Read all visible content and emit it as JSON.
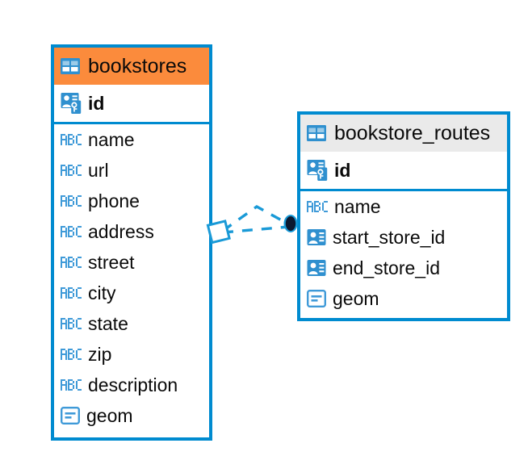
{
  "diagram": {
    "type": "entity-relationship-diagram",
    "background_color": "#ffffff",
    "accent_color": "#008bd0",
    "highlight_color": "#fb8b3c",
    "header_color": "#eaeaea"
  },
  "entities": [
    {
      "name": "bookstores",
      "header_style": "accent-orange",
      "header_icon": "table-icon",
      "fields": [
        {
          "label": "id",
          "icon": "primary-key-icon",
          "is_key": true
        },
        {
          "label": "name",
          "icon": "abc-text-icon",
          "is_key": false
        },
        {
          "label": "url",
          "icon": "abc-text-icon",
          "is_key": false
        },
        {
          "label": "phone",
          "icon": "abc-text-icon",
          "is_key": false
        },
        {
          "label": "address",
          "icon": "abc-text-icon",
          "is_key": false
        },
        {
          "label": "street",
          "icon": "abc-text-icon",
          "is_key": false
        },
        {
          "label": "city",
          "icon": "abc-text-icon",
          "is_key": false
        },
        {
          "label": "state",
          "icon": "abc-text-icon",
          "is_key": false
        },
        {
          "label": "zip",
          "icon": "abc-text-icon",
          "is_key": false
        },
        {
          "label": "description",
          "icon": "abc-text-icon",
          "is_key": false
        },
        {
          "label": "geom",
          "icon": "geometry-icon",
          "is_key": false
        }
      ]
    },
    {
      "name": "bookstore_routes",
      "header_style": "accent-gray",
      "header_icon": "table-icon",
      "fields": [
        {
          "label": "id",
          "icon": "primary-key-icon",
          "is_key": true
        },
        {
          "label": "name",
          "icon": "abc-text-icon",
          "is_key": false
        },
        {
          "label": "start_store_id",
          "icon": "foreign-key-icon",
          "is_key": false
        },
        {
          "label": "end_store_id",
          "icon": "foreign-key-icon",
          "is_key": false
        },
        {
          "label": "geom",
          "icon": "geometry-icon",
          "is_key": false
        }
      ]
    }
  ],
  "relationship": {
    "from_entity": "bookstores",
    "to_entity": "bookstore_routes",
    "line_style": "dashed",
    "line_color": "#1a9ad7",
    "source_marker": "diamond-marker",
    "target_marker": "filled-circle-marker",
    "target_marker_color": "#0b1830"
  }
}
